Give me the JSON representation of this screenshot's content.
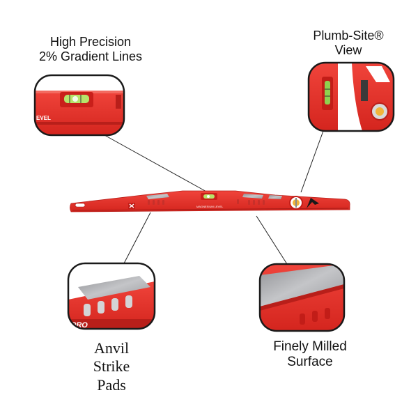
{
  "captions": {
    "high_precision": [
      "High Precision",
      "2% Gradient Lines"
    ],
    "plumb_site": [
      "Plumb-Site®",
      "View"
    ],
    "anvil": [
      "Anvil",
      "Strike",
      "Pads"
    ],
    "finely_milled": [
      "Finely Milled",
      "Surface"
    ]
  },
  "product": {
    "engraving": "MAGNESIUM LEVEL",
    "zoom_label_left": "EVEL",
    "zoom_label_anvil": "PRO"
  },
  "colors": {
    "body_red": "#e8332b",
    "dark_red": "#b81f1a",
    "vial_green": "#b7e36a",
    "pad_grey": "#a9aaae",
    "callout_border": "#1a1a1a"
  },
  "icons": [
    "bubble-vial-icon",
    "brand-x-icon",
    "plumb-window-icon",
    "arrow-logo-icon"
  ]
}
